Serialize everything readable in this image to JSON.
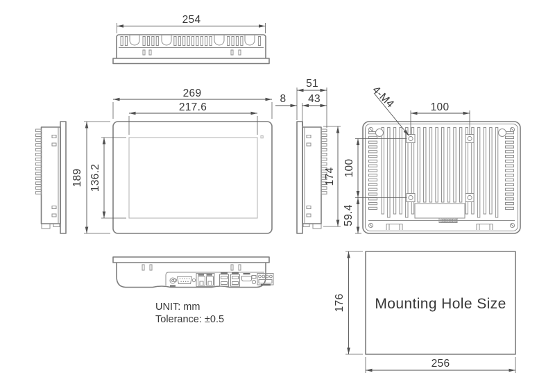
{
  "dimensions": {
    "top_width": "254",
    "front_width": "269",
    "display_width": "217.6",
    "front_height": "189",
    "display_height": "136.2",
    "bezel_depth": "8",
    "total_depth": "51",
    "body_depth": "43",
    "panel_height": "174",
    "vesa_width": "100",
    "vesa_height": "100",
    "vesa_bottom_offset": "59.4",
    "mounting_screw_spec": "4-M4",
    "cutout_height": "176",
    "cutout_width": "256"
  },
  "labels": {
    "mounting_hole": "Mounting Hole Size",
    "unit": "UNIT: mm",
    "tolerance": "Tolerance: ±0.5"
  },
  "colors": {
    "background": "#ffffff",
    "object_line": "#7e7e7e",
    "light_line": "#b8b8b8",
    "dimension_line": "#4f4f4f",
    "text": "#383838"
  }
}
